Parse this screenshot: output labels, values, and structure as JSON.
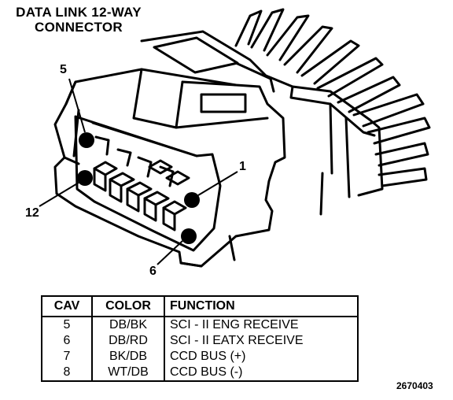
{
  "title_line1": "DATA LINK 12-WAY",
  "title_line2": "CONNECTOR",
  "pin_labels": {
    "p5": "5",
    "p1": "1",
    "p12": "12",
    "p6": "6"
  },
  "table": {
    "headers": [
      "CAV",
      "COLOR",
      "FUNCTION"
    ],
    "rows": [
      [
        "5",
        "DB/BK",
        "SCI - II ENG RECEIVE"
      ],
      [
        "6",
        "DB/RD",
        "SCI - II EATX RECEIVE"
      ],
      [
        "7",
        "BK/DB",
        "CCD BUS (+)"
      ],
      [
        "8",
        "WT/DB",
        "CCD BUS (-)"
      ]
    ]
  },
  "figure_id": "2670403"
}
